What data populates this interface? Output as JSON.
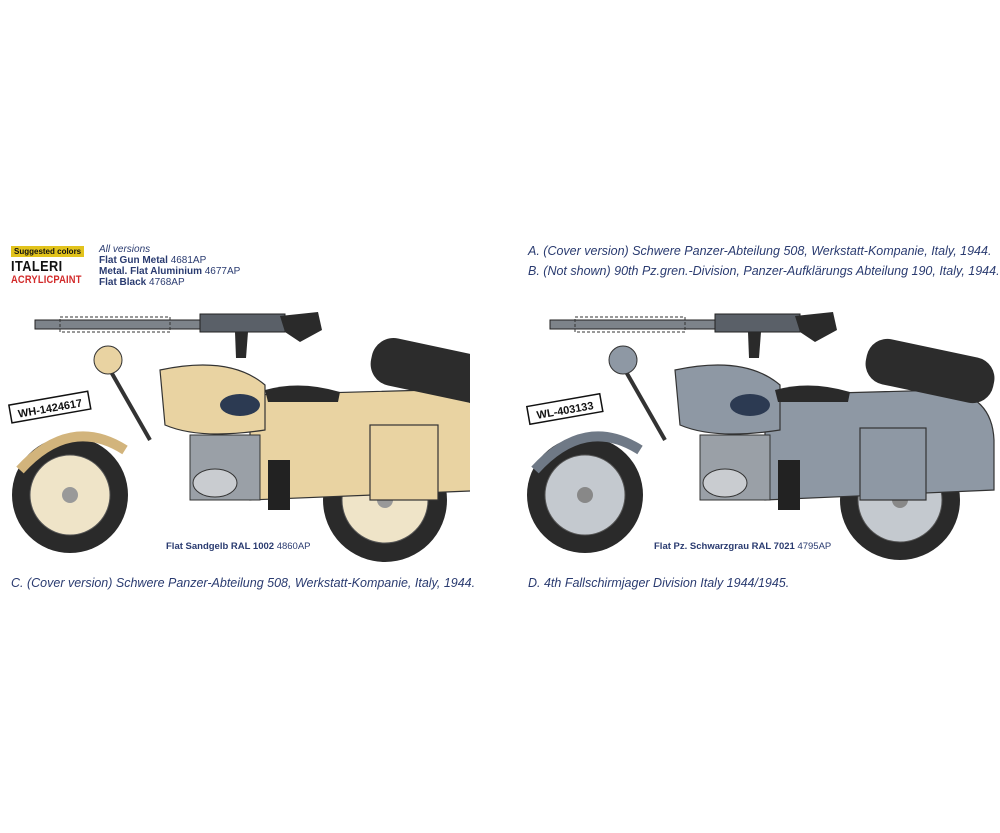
{
  "legend": {
    "badge": "Suggested colors",
    "brand_line1": "ITALERI",
    "brand_line2a": "ACRYLIC",
    "brand_line2b": "PAINT",
    "header": "All versions",
    "items": [
      {
        "name": "Flat Gun Metal",
        "code": "4681AP"
      },
      {
        "name": "Metal. Flat Aluminium",
        "code": "4677AP"
      },
      {
        "name": "Flat Black",
        "code": "4768AP"
      }
    ]
  },
  "versions": {
    "a": "A. (Cover version) Schwere Panzer-Abteilung 508, Werkstatt-Kompanie, Italy, 1944.",
    "b": "B. (Not shown) 90th Pz.gren.-Division, Panzer-Aufklärungs Abteilung 190, Italy, 1944.",
    "c": "C. (Cover version) Schwere Panzer-Abteilung 508, Werkstatt-Kompanie, Italy, 1944.",
    "d": "D. 4th Fallschirmjager Division Italy 1944/1945."
  },
  "left_bike": {
    "plate": "WH-1424617",
    "color_name": "Flat Sandgelb RAL 1002",
    "color_code": "4860AP",
    "body_color": "#e9d3a2",
    "shade_color": "#d2b47c"
  },
  "right_bike": {
    "plate": "WL-403133",
    "color_name": "Flat Pz. Schwarzgrau RAL 7021",
    "color_code": "4795AP",
    "body_color": "#8e98a4",
    "shade_color": "#6f7986"
  }
}
